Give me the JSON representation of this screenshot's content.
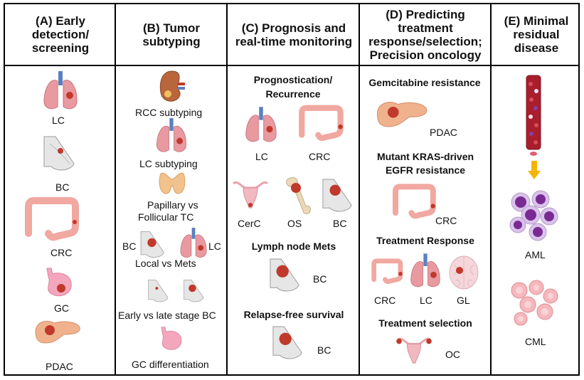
{
  "headers": {
    "a": "(A) Early detection/ screening",
    "b": "(B) Tumor subtyping",
    "c": "(C) Prognosis and real-time monitoring",
    "d": "(D) Predicting treatment response/selection; Precision oncology",
    "e": "(E) Minimal residual disease"
  },
  "colA": {
    "lc": "LC",
    "bc": "BC",
    "crc": "CRC",
    "gc": "GC",
    "pdac": "PDAC"
  },
  "colB": {
    "rcc": "RCC subtyping",
    "lc": "LC subtyping",
    "tc1": "Papillary vs",
    "tc2": "Follicular TC",
    "bc": "BC",
    "lc2": "LC",
    "local": "Local vs Mets",
    "stage": "Early vs late stage BC",
    "gcdiff": "GC differentiation"
  },
  "colC": {
    "prog1": "Prognostication/",
    "prog2": "Recurrence",
    "lc": "LC",
    "crc": "CRC",
    "cerc": "CerC",
    "os": "OS",
    "bc1": "BC",
    "lymph": "Lymph node Mets",
    "bc2": "BC",
    "relapse": "Relapse-free survival",
    "bc3": "BC"
  },
  "colD": {
    "gem": "Gemcitabine resistance",
    "pdac": "PDAC",
    "kras1": "Mutant KRAS-driven",
    "kras2": "EGFR resistance",
    "crc1": "CRC",
    "response": "Treatment Response",
    "crc2": "CRC",
    "lc": "LC",
    "gl": "GL",
    "selection": "Treatment selection",
    "oc": "OC"
  },
  "colE": {
    "aml": "AML",
    "cml": "CML"
  },
  "colors": {
    "a": "#fcf400",
    "b": "#f9b233",
    "c": "#d98cf0",
    "d": "#a8c8ea",
    "e": "#a3d18f",
    "lung": "#e89aa0",
    "trachea": "#5c7fc0",
    "tumor": "#c0392b",
    "colon": "#f0a8a0",
    "pancreas": "#f0b28c"
  }
}
